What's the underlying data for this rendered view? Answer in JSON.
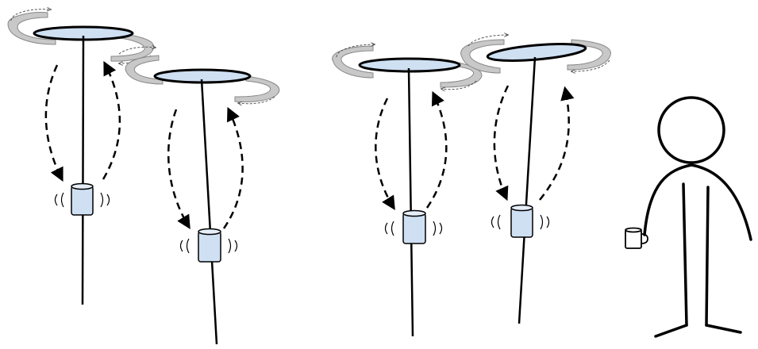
{
  "colors": {
    "ink": "#000000",
    "disc_fill": "#cfe0f3",
    "cup_fill": "#cfe0f3",
    "swirl_band": "#c8c8c8",
    "swirl_arrow": "#555555",
    "background": "#ffffff"
  },
  "figure": {
    "groups": [
      {
        "id": "left-pair",
        "pole_count": 2
      },
      {
        "id": "right-pair",
        "pole_count": 2
      }
    ],
    "observer": {
      "icon": "stick-person-icon",
      "holding": "mug-icon"
    },
    "icons": [
      "spinning-disc-icon",
      "cup-icon",
      "vibration-lines-icon",
      "dashed-curved-arrow-icon",
      "rotation-swirl-icon",
      "stick-person-icon",
      "mug-icon"
    ]
  }
}
